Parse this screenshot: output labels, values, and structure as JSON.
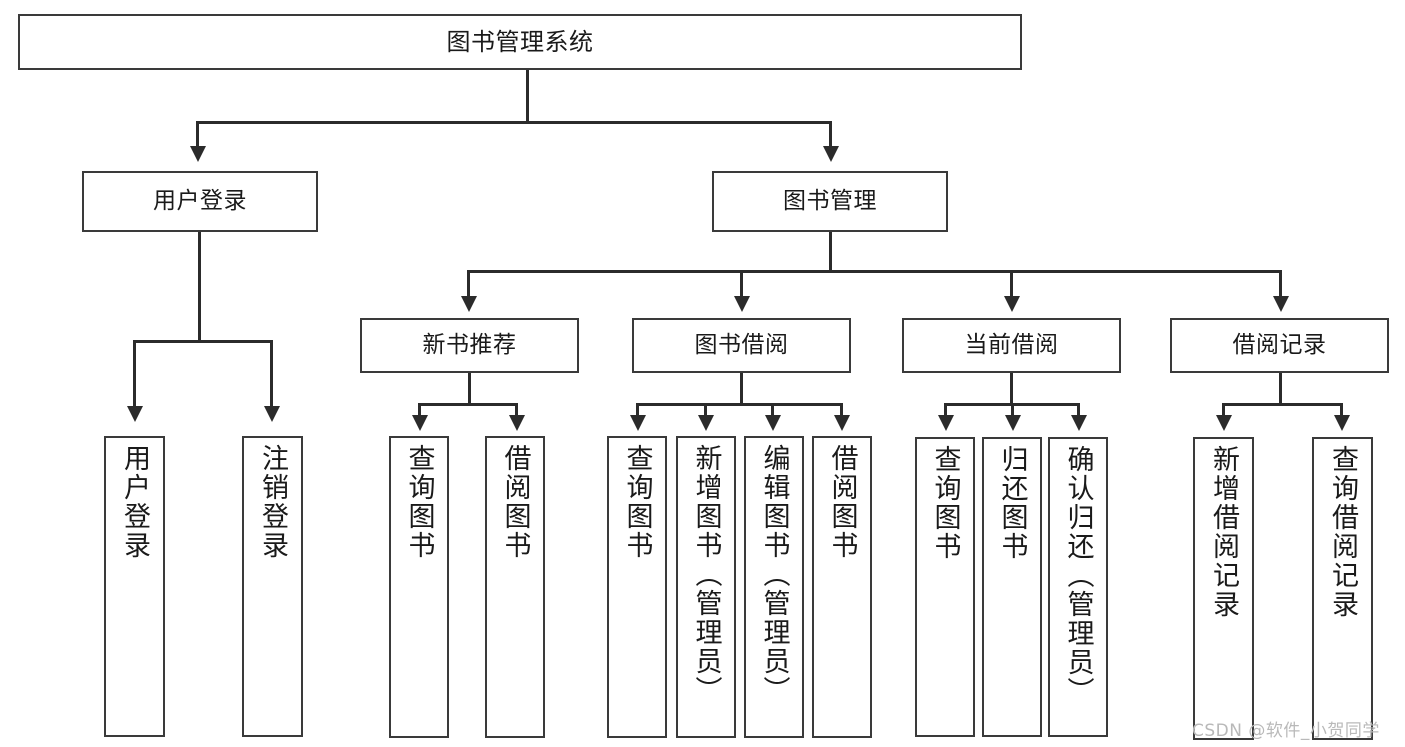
{
  "diagram": {
    "type": "tree",
    "title": "图书管理系统",
    "root": {
      "label": "图书管理系统"
    },
    "level2": [
      {
        "label": "用户登录"
      },
      {
        "label": "图书管理"
      }
    ],
    "level3": [
      {
        "label": "新书推荐"
      },
      {
        "label": "图书借阅"
      },
      {
        "label": "当前借阅"
      },
      {
        "label": "借阅记录"
      }
    ],
    "leaves": {
      "user_login": [
        {
          "label": "用户登录"
        },
        {
          "label": "注销登录"
        }
      ],
      "new_book_recommend": [
        {
          "label": "查询图书"
        },
        {
          "label": "借阅图书"
        }
      ],
      "book_borrow": [
        {
          "label": "查询图书"
        },
        {
          "label": "新增图书（管理员）"
        },
        {
          "label": "编辑图书（管理员）"
        },
        {
          "label": "借阅图书"
        }
      ],
      "current_borrow": [
        {
          "label": "查询图书"
        },
        {
          "label": "归还图书"
        },
        {
          "label": "确认归还（管理员）"
        }
      ],
      "borrow_record": [
        {
          "label": "新增借阅记录"
        },
        {
          "label": "查询借阅记录"
        }
      ]
    }
  },
  "watermark": {
    "text": "CSDN @软件_小贺同学"
  },
  "colors": {
    "node_border": "#3a3a3a",
    "connector": "#2b2b2b",
    "background": "#ffffff",
    "text": "#1a1a1a",
    "watermark": "#b9b9b9"
  }
}
